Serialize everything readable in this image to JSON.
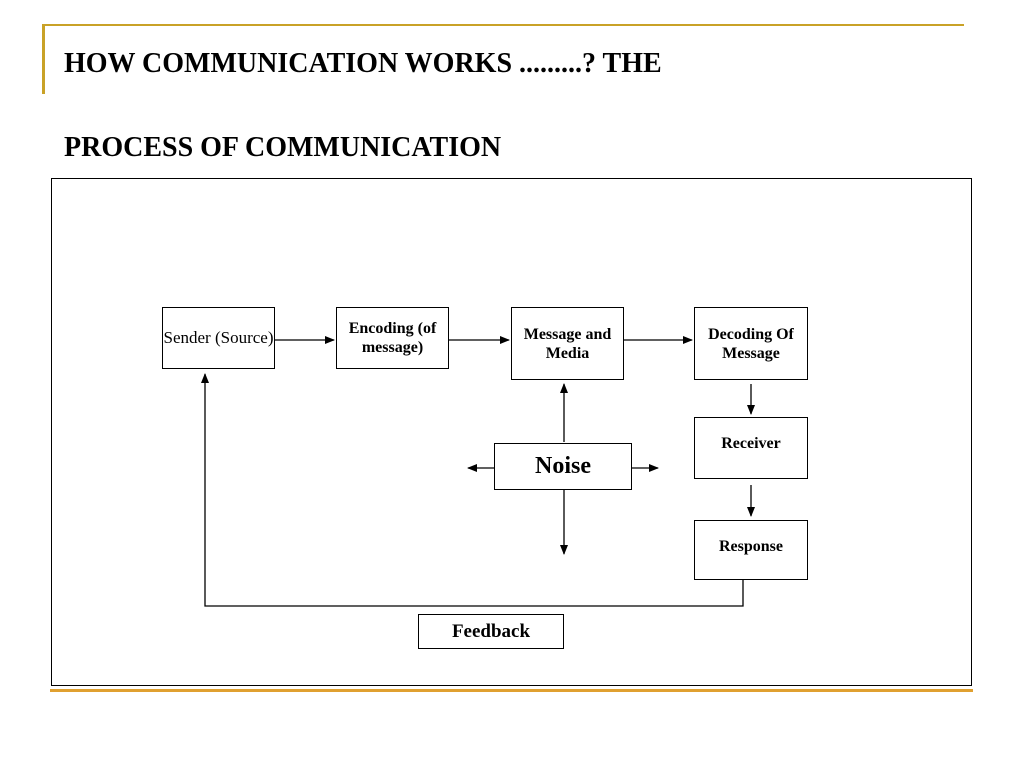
{
  "slide": {
    "title_line1": "HOW COMMUNICATION WORKS .........? THE",
    "title_line2": "PROCESS OF COMMUNICATION",
    "accent_color": "#c9a227"
  },
  "diagram": {
    "sender": "Sender (Source)",
    "encoding": "Encoding (of message)",
    "message": "Message and Media",
    "decoding": "Decoding Of Message",
    "receiver": "Receiver",
    "response": "Response",
    "noise": "Noise",
    "feedback": "Feedback"
  }
}
